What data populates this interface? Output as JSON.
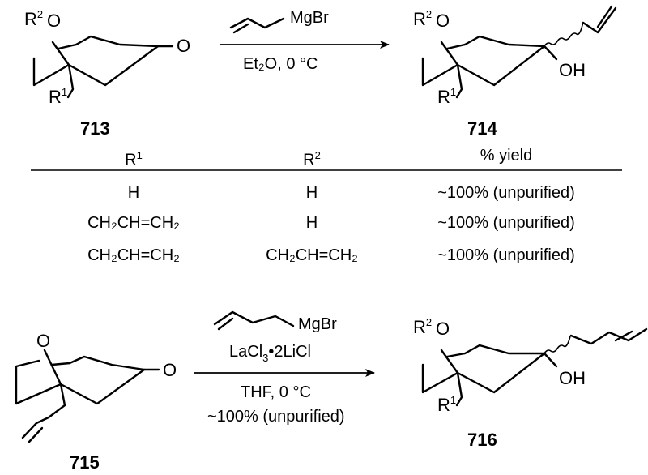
{
  "reaction_1": {
    "reagent": "MgBr",
    "conditions": "Et₂O, 0 °C",
    "reactant": {
      "id": "713",
      "labels": {
        "r2": "R2",
        "o": "O",
        "r1": "R1",
        "carbonyl_o": "O"
      }
    },
    "product": {
      "id": "714",
      "labels": {
        "r2": "R2",
        "o": "O",
        "r1": "R1",
        "oh": "OH"
      }
    }
  },
  "table": {
    "headers": {
      "r1": "R1",
      "r2": "R2",
      "yield": "% yield"
    },
    "rows": [
      {
        "r1": "H",
        "r2": "H",
        "yield": "~100% (unpurified)"
      },
      {
        "r1": "CH₂CH=CH₂",
        "r2": "H",
        "yield": "~100% (unpurified)"
      },
      {
        "r1": "CH₂CH=CH₂",
        "r2": "CH₂CH=CH₂",
        "yield": "~100% (unpurified)"
      }
    ]
  },
  "reaction_2": {
    "reagent": "MgBr",
    "additive": "LaCl₃•2LiCl",
    "conditions": "THF, 0 °C",
    "yield": "~100% (unpurified)",
    "reactant": {
      "id": "715",
      "labels": {
        "o": "O",
        "carbonyl_o": "O"
      }
    },
    "product": {
      "id": "716",
      "labels": {
        "r2": "R2",
        "o": "O",
        "r1": "R1",
        "oh": "OH"
      }
    }
  }
}
